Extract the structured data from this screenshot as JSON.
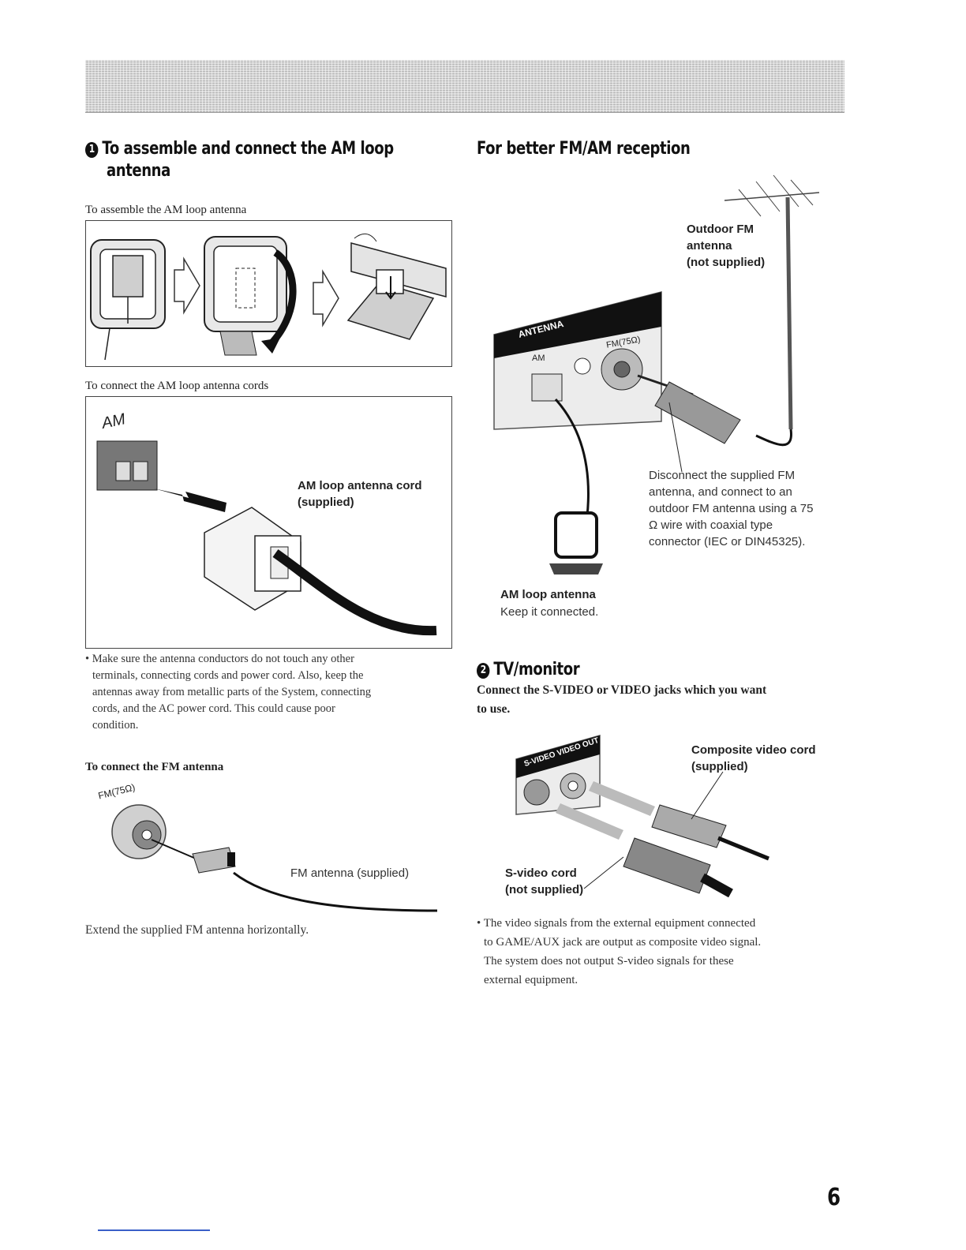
{
  "left": {
    "section1": {
      "step": "1",
      "title_line1": "To assemble and connect the AM loop",
      "title_line2": "antenna",
      "assemble_caption": "To assemble the AM loop antenna",
      "connect_caption": "To connect the AM loop antenna cords",
      "am_terminal_label": "AM",
      "am_cord_label_line1": "AM loop antenna cord",
      "am_cord_label_line2": "(supplied)",
      "note_lines": [
        "• Make sure the antenna conductors do not touch any other",
        "terminals, connecting cords and power cord. Also, keep the",
        "antennas away from metallic parts of the System, connecting",
        "cords, and the AC power cord. This could cause poor",
        "condition."
      ]
    },
    "fm": {
      "caption": "To connect the FM antenna",
      "terminal_label": "FM(75Ω)",
      "antenna_label": "FM antenna (supplied)",
      "extend_note": "Extend the supplied FM antenna horizontally."
    }
  },
  "right": {
    "reception": {
      "title": "For better FM/AM reception",
      "outdoor_label_lines": [
        "Outdoor FM",
        "antenna",
        "(not supplied)"
      ],
      "panel_label": "ANTENNA",
      "panel_am": "AM",
      "panel_fm": "FM(75Ω)",
      "disconnect_lines": [
        "Disconnect the supplied FM",
        "antenna, and connect to an",
        "outdoor FM antenna using a 75",
        "Ω wire with coaxial type",
        "connector (IEC or DIN45325)."
      ],
      "am_loop_label": "AM loop antenna",
      "am_loop_sub": "Keep it connected."
    },
    "tv": {
      "step": "2",
      "title": "TV/monitor",
      "instruction_line1": "Connect the S-VIDEO or VIDEO jacks which you want",
      "instruction_line2": "to use.",
      "jack_label": "S-VIDEO VIDEO OUT",
      "composite_label_lines": [
        "Composite video cord",
        "(supplied)"
      ],
      "svideo_label_lines": [
        "S-video cord",
        "(not supplied)"
      ],
      "note_lines": [
        "• The video signals from the external equipment connected",
        "to GAME/AUX jack are output as composite video signal.",
        "The system does not output S-video signals for these",
        "external equipment."
      ]
    }
  },
  "page_number": "6",
  "colors": {
    "accent": "#111111",
    "footer_line": "#3a5fc8"
  }
}
